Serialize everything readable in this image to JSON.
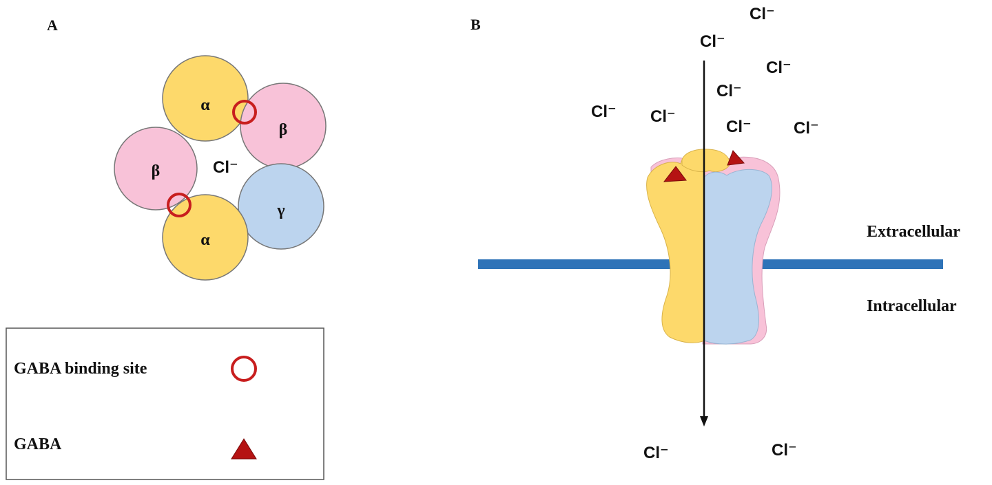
{
  "panel_a": {
    "letter": "A",
    "subunits": [
      {
        "id": "alpha-top",
        "label": "α"
      },
      {
        "id": "beta-right",
        "label": "β"
      },
      {
        "id": "beta-left",
        "label": "β"
      },
      {
        "id": "gamma",
        "label": "γ"
      },
      {
        "id": "alpha-bottom",
        "label": "α"
      }
    ],
    "center_ion": "Cl⁻",
    "legend": {
      "binding_site_label": "GABA binding site",
      "gaba_label": "GABA"
    }
  },
  "panel_b": {
    "letter": "B",
    "ions": [
      "Cl⁻",
      "Cl⁻",
      "Cl⁻",
      "Cl⁻",
      "Cl⁻",
      "Cl⁻",
      "Cl⁻",
      "Cl⁻",
      "Cl⁻",
      "Cl⁻"
    ],
    "extracellular_label": "Extracellular",
    "intracellular_label": "Intracellular"
  },
  "colors": {
    "alpha": "#fdd96b",
    "beta": "#f8c2d8",
    "gamma": "#bcd4ee",
    "binding_site": "#c81e1e",
    "gaba": "#b51313",
    "membrane": "#2e73b8",
    "outline": "#777777"
  }
}
